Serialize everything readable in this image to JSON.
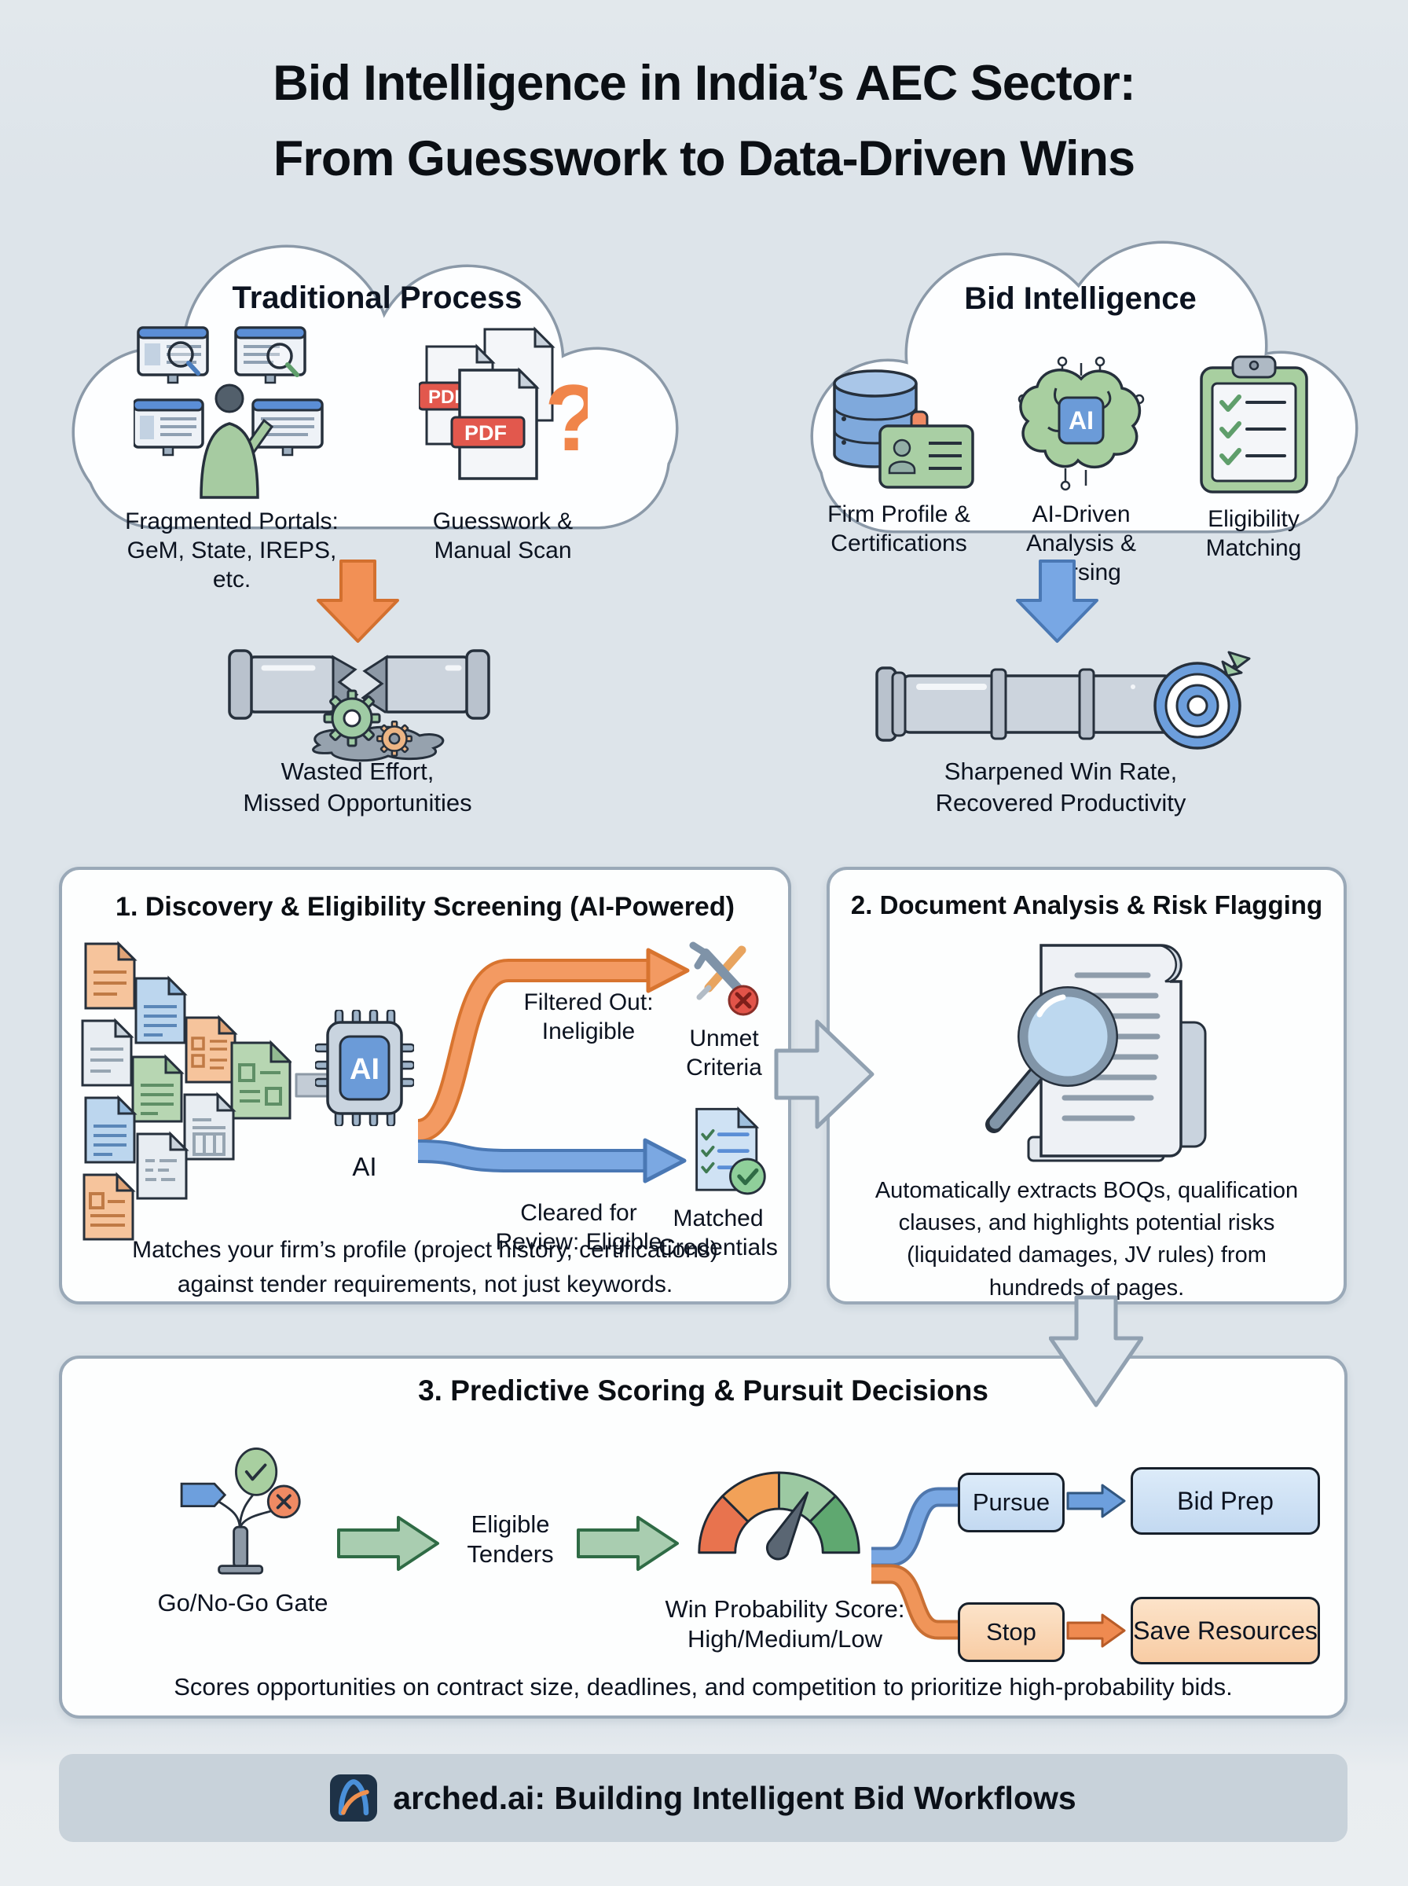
{
  "title": {
    "line1": "Bid Intelligence in India’s AEC Sector:",
    "line2": "From Guesswork to Data-Driven Wins"
  },
  "traditional": {
    "title": "Traditional Process",
    "portals_label": "Fragmented Portals:\nGeM, State, IREPS, etc.",
    "guesswork_label": "Guesswork &\nManual Scan",
    "pdf_badge": "PDF",
    "question_mark": "?",
    "outcome": "Wasted Effort,\nMissed Opportunities"
  },
  "intelligence": {
    "title": "Bid Intelligence",
    "firm_label": "Firm Profile &\nCertifications",
    "ai_label": "AI-Driven\nAnalysis & Parsing",
    "eligibility_label": "Eligibility\nMatching",
    "brain_text": "AI",
    "outcome": "Sharpened Win Rate,\nRecovered Productivity"
  },
  "step1": {
    "title": "1. Discovery & Eligibility Screening (AI-Powered)",
    "chip_text": "AI",
    "chip_caption": "AI",
    "filtered_label": "Filtered Out:\nIneligible",
    "unmet_label": "Unmet\nCriteria",
    "cleared_label": "Cleared for\nReview: Eligible",
    "matched_label": "Matched\nCredentials",
    "description": "Matches your firm’s profile (project history, certifications)\nagainst tender requirements, not just keywords."
  },
  "step2": {
    "title": "2. Document Analysis & Risk Flagging",
    "description": "Automatically extracts BOQs, qualification\nclauses, and highlights potential risks\n(liquidated damages, JV rules) from\nhundreds of pages."
  },
  "step3": {
    "title": "3. Predictive Scoring & Pursuit Decisions",
    "gate_label": "Go/No-Go Gate",
    "eligible_label": "Eligible\nTenders",
    "gauge_label": "Win Probability Score:\nHigh/Medium/Low",
    "pursue": "Pursue",
    "bid_prep": "Bid Prep",
    "stop": "Stop",
    "save_resources": "Save Resources",
    "description": "Scores opportunities on contract size, deadlines, and competition to prioritize high-probability bids."
  },
  "footer": {
    "brand": "arched.ai: Building Intelligent Bid Workflows"
  },
  "colors": {
    "accent_orange": "#f0854a",
    "accent_blue": "#6d9fdd",
    "accent_green": "#a9cdb0",
    "pdf_red": "#e2584d",
    "background": "#dde4ea",
    "box_border": "#9aa9b8"
  }
}
